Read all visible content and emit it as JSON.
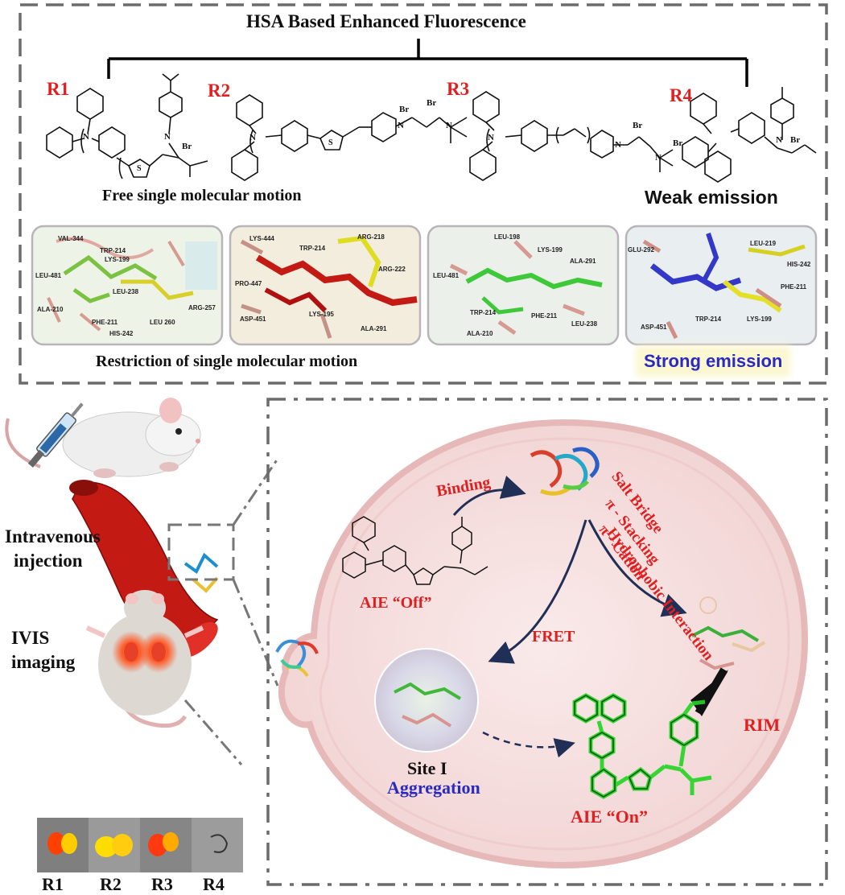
{
  "header": {
    "title": "HSA Based Enhanced Fluorescence"
  },
  "molecules": {
    "r1": {
      "label": "R1"
    },
    "r2": {
      "label": "R2"
    },
    "r3": {
      "label": "R3"
    },
    "r4": {
      "label": "R4"
    }
  },
  "chem_labels": {
    "br": "Br",
    "n": "N",
    "s": "S",
    "plus": "⊕",
    "minus": "⊖"
  },
  "captions": {
    "free_motion": "Free single molecular motion",
    "weak_emission": "Weak emission",
    "restriction": "Restriction of single molecular motion",
    "strong_emission": "Strong emission"
  },
  "docking": {
    "panel1": [
      "VAL-344",
      "TRP-214",
      "LYS-199",
      "LEU-481",
      "LEU-238",
      "ALA-210",
      "PHE-211",
      "LEU 260",
      "ARG-257",
      "HIS-242"
    ],
    "panel2": [
      "LYS-444",
      "TRP-214",
      "ARG-218",
      "ARG-222",
      "PRO-447",
      "ASP-451",
      "LYS-195",
      "ALA-291"
    ],
    "panel3": [
      "LEU-198",
      "LYS-199",
      "ALA-291",
      "LEU-481",
      "TRP-214",
      "PHE-211",
      "LEU-238",
      "ALA-210"
    ],
    "panel4": [
      "GLU-292",
      "LEU-219",
      "HIS-242",
      "PHE-211",
      "ASP-451",
      "TRP-214",
      "LYS-199"
    ]
  },
  "left_panel": {
    "intravenous": "Intravenous",
    "injection": "injection",
    "ivis": "IVIS",
    "imaging": "imaging",
    "ivis_labels": [
      "R1",
      "R2",
      "R3",
      "R4"
    ]
  },
  "cell": {
    "binding": "Binding",
    "interactions": [
      "Hydrophobic Interaction",
      "Salt Bridge",
      "π - Stacking",
      "π - Cation"
    ],
    "aie_off": "AIE “Off”",
    "fret": "FRET",
    "site": "Site I",
    "aggregation": "Aggregation",
    "rim": "RIM",
    "aie_on": "AIE “On”"
  },
  "colors": {
    "accent_red": "#e02020",
    "accent_blue": "#2a2ac0",
    "dash_gray": "#6b6b6b",
    "cell_fill": "#f3dcdc",
    "vessel_red": "#c41a14",
    "glow_green": "#22cc22"
  }
}
